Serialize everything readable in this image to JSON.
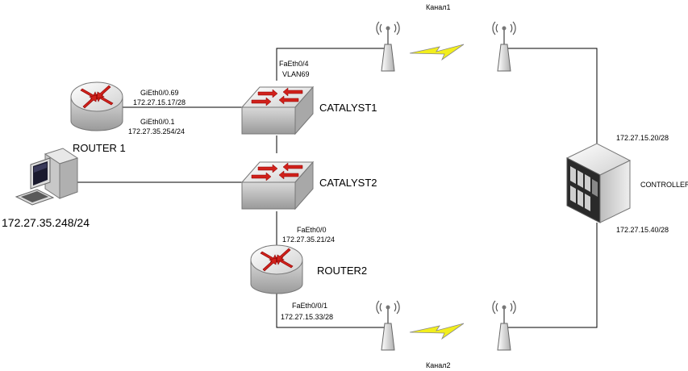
{
  "links": {
    "channel1": "Канал1",
    "channel2": "Канал2"
  },
  "devices": {
    "router1": {
      "name": "ROUTER 1",
      "if1_name": "GiEth0/0.69",
      "if1_ip": "172.27.15.17/28",
      "if2_name": "GiEth0/0.1",
      "if2_ip": "172.27.35.254/24"
    },
    "catalyst1": {
      "name": "CATALYST1",
      "port": "FaEth0/4",
      "vlan": "VLAN69"
    },
    "catalyst2": {
      "name": "CATALYST2"
    },
    "router2": {
      "name": "ROUTER2",
      "if1_name": "FaEth0/0",
      "if1_ip": "172.27.35.21/24",
      "if2_name": "FaEth0/0/1",
      "if2_ip": "172.27.15.33/28"
    },
    "controller": {
      "name": "CONTROLLER",
      "ip_top": "172.27.15.20/28",
      "ip_bottom": "172.27.15.40/28"
    },
    "pc": {
      "ip": "172.27.35.248/24"
    }
  },
  "icons": [
    "router-icon",
    "switch-icon",
    "antenna-icon",
    "lightning-icon",
    "pc-icon",
    "server-icon"
  ],
  "colors": {
    "router_face": "#c0392b",
    "link": "#000000",
    "lightning": "#f2ee1d"
  }
}
